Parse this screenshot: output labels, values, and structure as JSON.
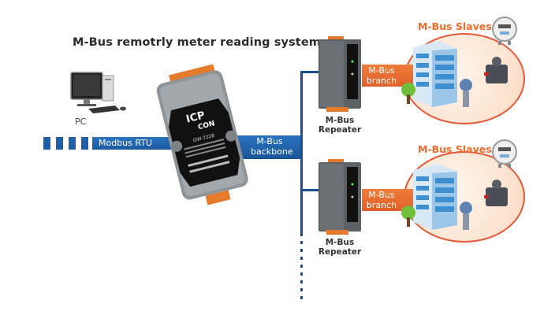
{
  "diagram": {
    "title": "M-Bus remotrly meter reading system",
    "nodes": {
      "pc": {
        "label": "PC",
        "icon": "desktop-computer-icon"
      },
      "gateway": {
        "brand": "ICP CON",
        "model": "GW-7228",
        "icon": "gateway-device-icon"
      },
      "repeaters": [
        {
          "label_line1": "M-Bus",
          "label_line2": "Repeater",
          "icon": "repeater-device-icon"
        },
        {
          "label_line1": "M-Bus",
          "label_line2": "Repeater",
          "icon": "repeater-device-icon"
        }
      ],
      "slave_groups": [
        {
          "label": "M-Bus Slaves",
          "icons": [
            "building-icon",
            "tree-icon",
            "electric-meter-icon",
            "valve-actuator-icon",
            "pressure-transmitter-icon"
          ]
        },
        {
          "label": "M-Bus Slaves",
          "icons": [
            "building-icon",
            "tree-icon",
            "electric-meter-icon",
            "valve-actuator-icon",
            "pressure-transmitter-icon"
          ]
        }
      ]
    },
    "links": {
      "modbus": "Modbus RTU",
      "backbone_line1": "M-Bus",
      "backbone_line2": "backbone",
      "branches": [
        {
          "line1": "M-Bus",
          "line2": "branch"
        },
        {
          "line1": "M-Bus",
          "line2": "branch"
        }
      ]
    },
    "colors": {
      "backbone_blue": "#1f5fa8",
      "branch_orange": "#e8692e",
      "slaves_orange": "#ee6a2c",
      "title": "#2b2b2b"
    }
  }
}
